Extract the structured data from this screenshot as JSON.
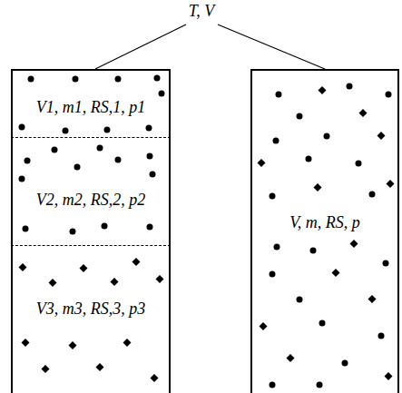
{
  "diagram": {
    "nodes": [
      {
        "text": [
          "V1, m1, RS,1, p1"
        ]
      },
      {
        "text": [
          "V2, m2, RS,2, p2"
        ]
      },
      {
        "text": [
          "V3, m3, RS,3, p3"
        ]
      },
      {
        "text": [
          "V, m, RS, p"
        ]
      }
    ],
    "labels": [
      "T, V"
    ]
  }
}
